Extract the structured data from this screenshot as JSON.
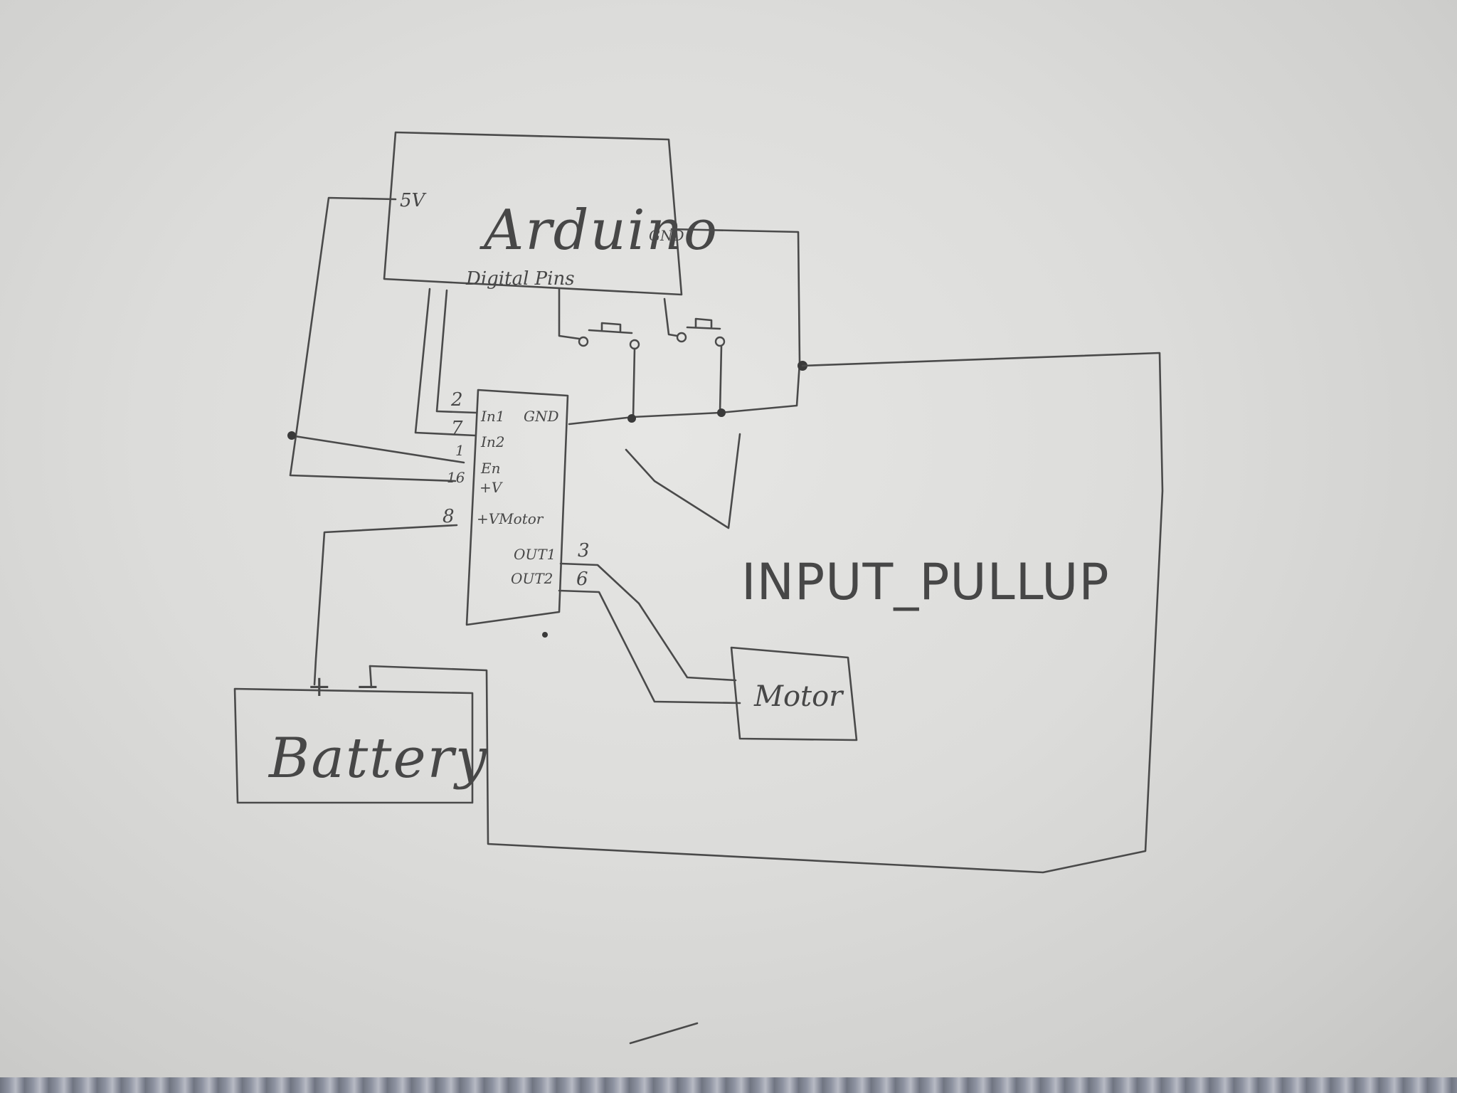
{
  "labels": {
    "arduino": "Arduino",
    "gnd_arduino": "GND",
    "five_v": "5V",
    "digital_pins": "Digital Pins",
    "chip_in1": "In1",
    "chip_gnd": "GND",
    "chip_in2": "In2",
    "chip_en": "En",
    "chip_v": "+V",
    "chip_vmotor": "+VMotor",
    "chip_out1": "OUT1",
    "chip_out2": "OUT2",
    "pin_2": "2",
    "pin_7": "7",
    "pin_1": "1",
    "pin_16": "16",
    "pin_8": "8",
    "pin_3": "3",
    "pin_6": "6",
    "battery": "Battery",
    "battery_plus": "+",
    "battery_minus": "−",
    "motor": "Motor",
    "input_pullup": "INPUT_PULLUP"
  }
}
